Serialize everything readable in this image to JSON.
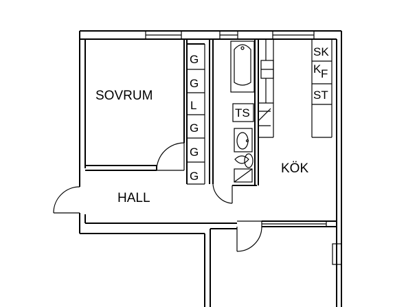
{
  "rooms": {
    "bedroom": "SOVRUM",
    "hall": "HALL",
    "kitchen": "KÖK"
  },
  "closets": {
    "c1": "G",
    "c2": "G",
    "c3": "L",
    "c4": "G",
    "c5": "G",
    "c6": "G"
  },
  "bath": {
    "ts": "TS"
  },
  "kitchen_units": {
    "sk": "SK",
    "k": "K",
    "f": "F",
    "st": "ST"
  }
}
